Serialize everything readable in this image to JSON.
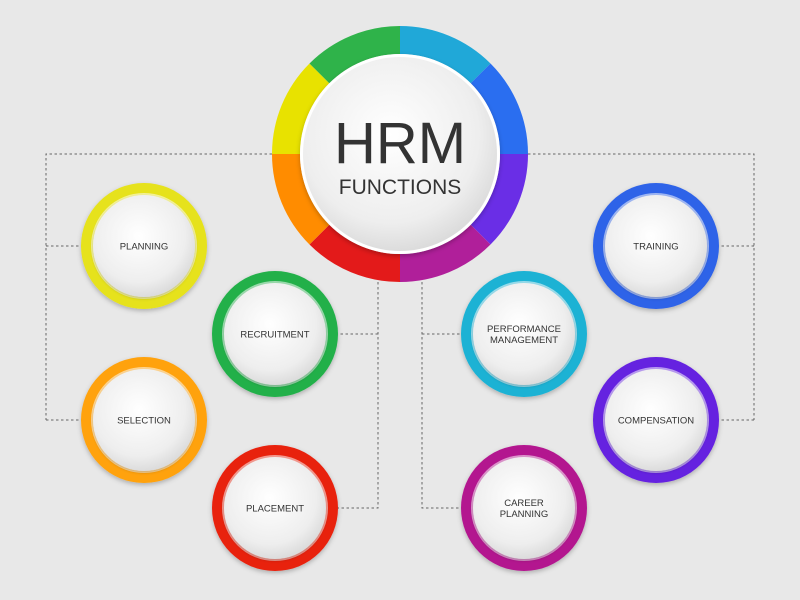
{
  "center": {
    "title": "HRM",
    "subtitle": "FUNCTIONS",
    "ring_colors": [
      "#20a8d8",
      "#2a6ef0",
      "#6a2ee6",
      "#b01f9a",
      "#e31a1a",
      "#ff8c00",
      "#e8e200",
      "#2fb34a"
    ]
  },
  "nodes": [
    {
      "id": "planning",
      "lines": [
        "PLANNING"
      ],
      "color": "#e6e21a"
    },
    {
      "id": "recruitment",
      "lines": [
        "RECRUITMENT"
      ],
      "color": "#22b04a"
    },
    {
      "id": "selection",
      "lines": [
        "SELECTION"
      ],
      "color": "#ffa20f"
    },
    {
      "id": "placement",
      "lines": [
        "PLACEMENT"
      ],
      "color": "#e8200f"
    },
    {
      "id": "training",
      "lines": [
        "TRAINING"
      ],
      "color": "#2f63e8"
    },
    {
      "id": "performance-management",
      "lines": [
        "PERFORMANCE",
        "MANAGEMENT"
      ],
      "color": "#1fb2d4"
    },
    {
      "id": "compensation",
      "lines": [
        "COMPENSATION"
      ],
      "color": "#6520e0"
    },
    {
      "id": "career-planning",
      "lines": [
        "CAREER",
        "PLANNING"
      ],
      "color": "#b3168f"
    }
  ]
}
